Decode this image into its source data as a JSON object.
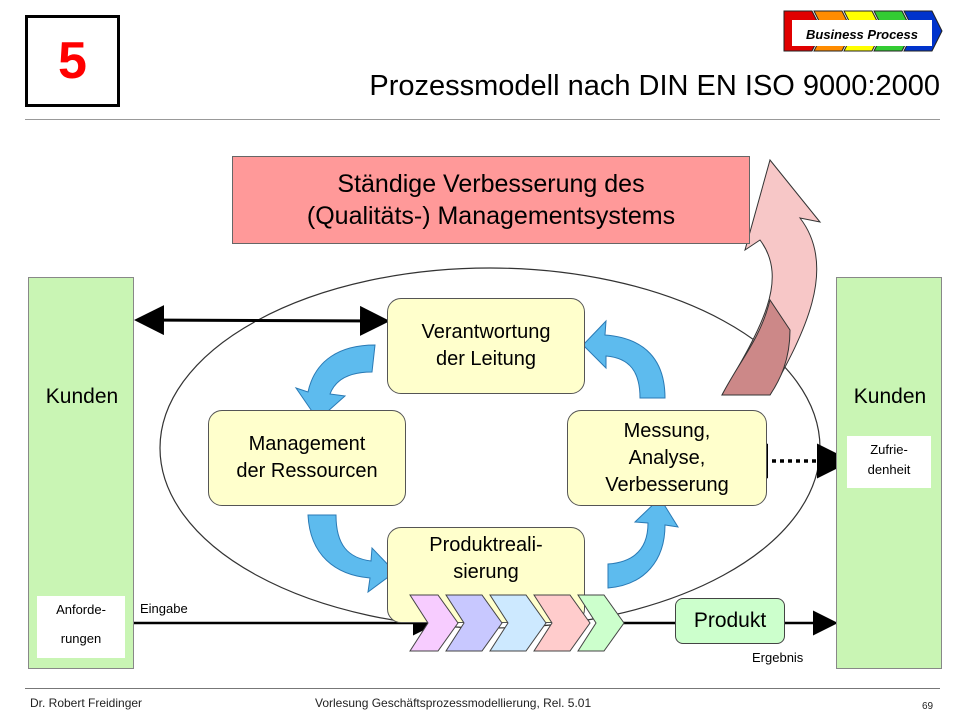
{
  "header": {
    "chapter_number": "5",
    "title": "Prozessmodell nach DIN EN ISO 9000:2000",
    "logo_text": "Business Process",
    "logo_colors": [
      "#e00000",
      "#ff8c00",
      "#ffff00",
      "#33cc33",
      "#0033cc"
    ]
  },
  "diagram": {
    "improvement_line1": "Ständige Verbesserung des",
    "improvement_line2": "(Qualitäts-) Managementsystems",
    "customer_left": "Kunden",
    "customer_right": "Kunden",
    "requirements_line1": "Anforde-",
    "requirements_line2": "rungen",
    "satisfaction_line1": "Zufrie-",
    "satisfaction_line2": "denheit",
    "input_label": "Eingabe",
    "output_label": "Ergebnis",
    "product_label": "Produkt",
    "responsibility_line1": "Verantwortung",
    "responsibility_line2": "der Leitung",
    "resources_line1": "Management",
    "resources_line2": "der Ressourcen",
    "realization_line1": "Produktreali-",
    "realization_line2": "sierung",
    "measurement_line1": "Messung,",
    "measurement_line2": "Analyse,",
    "measurement_line3": "Verbesserung"
  },
  "footer": {
    "author": "Dr. Robert Freidinger",
    "course": "Vorlesung Geschäftsprozessmodellierung, Rel. 5.01",
    "page_number": "69"
  }
}
